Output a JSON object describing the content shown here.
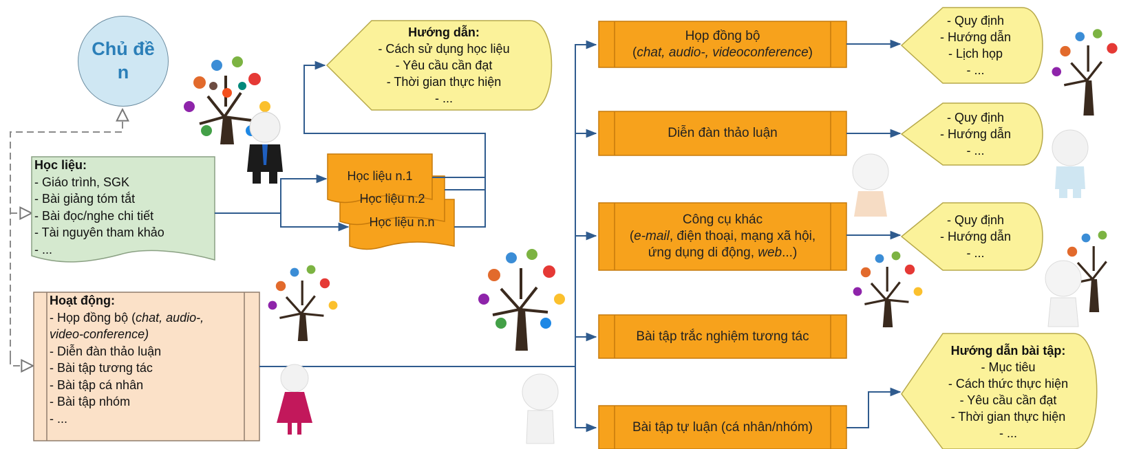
{
  "topic": {
    "label": "Chủ đề n"
  },
  "materials": {
    "heading": "Học liệu:",
    "items": [
      "- Giáo trình, SGK",
      "- Bài giảng tóm tắt",
      "- Bài đọc/nghe chi tiết",
      "- Tài nguyên tham khảo",
      "- ..."
    ]
  },
  "material_stack": [
    "Học liệu n.1",
    "Học liệu n.2",
    "Học liệu n.n"
  ],
  "guide": {
    "heading": "Hướng dẫn:",
    "items": [
      "- Cách sử dụng học liệu",
      "- Yêu cầu cần đạt",
      "- Thời gian thực hiện",
      "- ..."
    ]
  },
  "activities": {
    "heading": "Hoạt động:",
    "items": [
      {
        "plain": "- Họp đồng bộ (",
        "italic": "chat, audio-,",
        "tail": ""
      },
      {
        "plain": "",
        "italic": "video-conference)",
        "tail": ""
      },
      {
        "plain": "- Diễn đàn thảo luận",
        "italic": "",
        "tail": ""
      },
      {
        "plain": "- Bài tập tương tác",
        "italic": "",
        "tail": ""
      },
      {
        "plain": "- Bài tập cá nhân",
        "italic": "",
        "tail": ""
      },
      {
        "plain": "- Bài tập nhóm",
        "italic": "",
        "tail": ""
      },
      {
        "plain": "- ...",
        "italic": "",
        "tail": ""
      }
    ]
  },
  "tools": {
    "sync": {
      "line1": "Họp đồng bộ",
      "line2_open": "(",
      "line2_italic": "chat, audio-, videoconference",
      "line2_close": ")"
    },
    "forum": {
      "label": "Diễn đàn thảo luận"
    },
    "other": {
      "line1": "Công cụ khác",
      "line2_open": "(",
      "line2_italic_a": "e-mail",
      "line2_plain": ", điện thoại, mạng xã hội,",
      "line3_plain": "ứng dụng di động, ",
      "line3_italic": "web",
      "line3_close": "...)"
    },
    "quiz": {
      "label": "Bài tập trắc nghiệm tương tác"
    },
    "essay": {
      "label": "Bài tập tự luận (cá nhân/nhóm)"
    }
  },
  "rules_sync": [
    "- Quy định",
    "- Hướng dẫn",
    "- Lịch họp",
    "- ..."
  ],
  "rules_forum": [
    "- Quy định",
    "- Hướng dẫn",
    "- ..."
  ],
  "rules_other": [
    "- Quy định",
    "- Hướng dẫn",
    "- ..."
  ],
  "exercise_guide": {
    "heading": "Hướng dẫn bài tập:",
    "items": [
      "- Mục tiêu",
      "- Cách thức thực hiện",
      "- Yêu cầu cần đạt",
      "- Thời gian thực hiện",
      "- ..."
    ]
  },
  "colors": {
    "orange": "#f7a21c",
    "orange_border": "#c67a0c",
    "yellow": "#fbf29a",
    "yellow_border": "#b7a94a",
    "green": "#d5e9cf",
    "peach": "#fbe1c8",
    "circle": "#cfe7f3",
    "connector": "#2f5b8e"
  },
  "icons": [
    "tree-of-apps-icon",
    "business-person-icon",
    "person-icon",
    "woman-figure-icon"
  ]
}
